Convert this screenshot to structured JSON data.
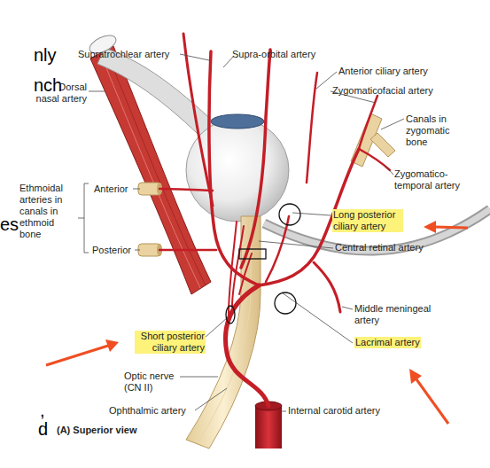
{
  "diagram": {
    "caption": "(A) Superior view",
    "nodes": [
      {
        "text": [
          "Long posterior ciliary artery"
        ]
      },
      {
        "text": [
          "Short posterior ciliary artery"
        ]
      },
      {
        "text": [
          "Lacrimal artery"
        ]
      }
    ],
    "labels": [
      "nly",
      "nch",
      "es",
      ",",
      "d",
      "Supratrochlear artery",
      "Supra-orbital artery",
      "Dorsal nasal artery",
      "Anterior ciliary artery",
      "Zygomaticofacial artery",
      "Canals in zygomatic bone",
      "Anterior",
      "Ethmoidal arteries in canals in ethmoid bone",
      "Zygomatico-temporal artery",
      "Posterior",
      "Central retinal artery",
      "Middle meningeal artery",
      "Optic nerve (CN II)",
      "Ophthalmic artery",
      "Internal carotid artery"
    ]
  }
}
